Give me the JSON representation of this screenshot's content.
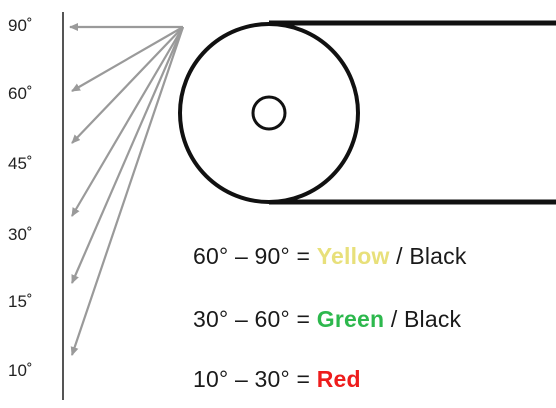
{
  "angle_labels": [
    "90˚",
    "60˚",
    "45˚",
    "30˚",
    "15˚",
    "10˚"
  ],
  "legend": [
    {
      "range": "60° – 90° = ",
      "color_name": "Yellow",
      "suffix": " / Black",
      "color": "#e8e07a"
    },
    {
      "range": "30° – 60° = ",
      "color_name": "Green",
      "suffix": " / Black",
      "color": "#2db84d"
    },
    {
      "range": "10° – 30° = ",
      "color_name": "Red",
      "suffix": "",
      "color": "#ee1c1c"
    }
  ],
  "colors": {
    "arrow": "#9a9a9a",
    "axis": "#555555",
    "roll": "#111111"
  }
}
